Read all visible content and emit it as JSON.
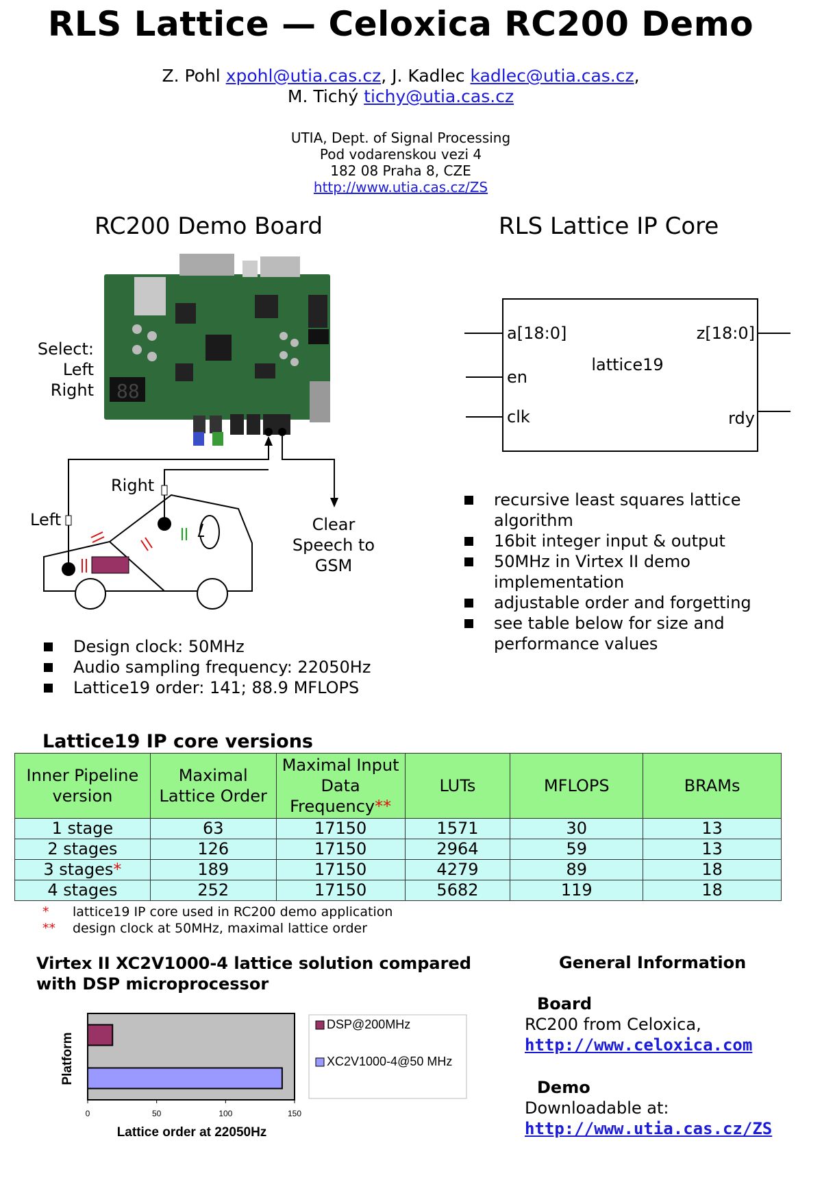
{
  "title": "RLS Lattice — Celoxica RC200 Demo",
  "authors": {
    "a1_name": "Z. Pohl",
    "a1_email": "xpohl@utia.cas.cz",
    "sep1": ", ",
    "a2_name": "J. Kadlec",
    "a2_email": "kadlec@utia.cas.cz",
    "sep2": ",",
    "a3_name": "M. Tichý",
    "a3_email": "tichy@utia.cas.cz"
  },
  "address": {
    "line1": "UTIA, Dept. of Signal Processing",
    "line2": "Pod vodarenskou vezi 4",
    "line3": "182 08 Praha 8, CZE",
    "url": "http://www.utia.cas.cz/ZS"
  },
  "board_section": {
    "heading": "RC200 Demo Board",
    "select_label": "Select:",
    "left_label": "Left",
    "right_label": "Right",
    "seg_display": "88",
    "mic_right": "Right",
    "mic_left": "Left",
    "output_label_1": "Clear",
    "output_label_2": "Speech to",
    "output_label_3": "GSM",
    "bullets": [
      "Design clock: 50MHz",
      "Audio sampling frequency: 22050Hz",
      "Lattice19 order: 141; 88.9 MFLOPS"
    ]
  },
  "core_section": {
    "heading": "RLS Lattice IP Core",
    "block_name": "lattice19",
    "port_a": "a[18:0]",
    "port_en": "en",
    "port_clk": "clk",
    "port_z": "z[18:0]",
    "port_rdy": "rdy",
    "bullets": [
      "recursive least squares lattice algorithm",
      "16bit integer input & output",
      "50MHz in Virtex II demo implementation",
      "adjustable order and forgetting",
      "see table below for size and performance values"
    ]
  },
  "table": {
    "caption": "Lattice19 IP core versions",
    "headers": {
      "h1": "Inner Pipeline version",
      "h2": "Maximal Lattice Order",
      "h3": "Maximal Input Data Frequency",
      "h3_mark": "**",
      "h4": "LUTs",
      "h5": "MFLOPS",
      "h6": "BRAMs"
    },
    "rows": [
      {
        "stage": "1 stage",
        "mark": "",
        "order": "63",
        "freq": "17150",
        "luts": "1571",
        "mflops": "30",
        "brams": "13"
      },
      {
        "stage": "2 stages",
        "mark": "",
        "order": "126",
        "freq": "17150",
        "luts": "2964",
        "mflops": "59",
        "brams": "13"
      },
      {
        "stage": "3 stages",
        "mark": "*",
        "order": "189",
        "freq": "17150",
        "luts": "4279",
        "mflops": "89",
        "brams": "18"
      },
      {
        "stage": "4 stages",
        "mark": "",
        "order": "252",
        "freq": "17150",
        "luts": "5682",
        "mflops": "119",
        "brams": "18"
      }
    ],
    "note1_mark": "*",
    "note1": "lattice19 IP core used in RC200 demo application",
    "note2_mark": "**",
    "note2": "design clock at 50MHz, maximal lattice order"
  },
  "chart_section": {
    "heading_line1": "Virtex II XC2V1000-4 lattice solution compared",
    "heading_line2": "with DSP microprocessor"
  },
  "chart_data": {
    "type": "bar",
    "orientation": "horizontal",
    "categories": [
      "DSP@200MHz",
      "XC2V1000-4@50 MHz"
    ],
    "values": [
      18,
      141
    ],
    "colors": [
      "#993366",
      "#9999ff"
    ],
    "xlabel": "Lattice order at 22050Hz",
    "ylabel": "Platform",
    "xlim": [
      0,
      150
    ],
    "xticks": [
      "0",
      "50",
      "100",
      "150"
    ],
    "grid": false,
    "legend": "right"
  },
  "general_info": {
    "heading": "General Information",
    "board_head": "Board",
    "board_text": "RC200 from Celoxica,",
    "board_link": "http://www.celoxica.com",
    "demo_head": "Demo",
    "demo_text": "Downloadable at:",
    "demo_link": "http://www.utia.cas.cz/ZS"
  }
}
